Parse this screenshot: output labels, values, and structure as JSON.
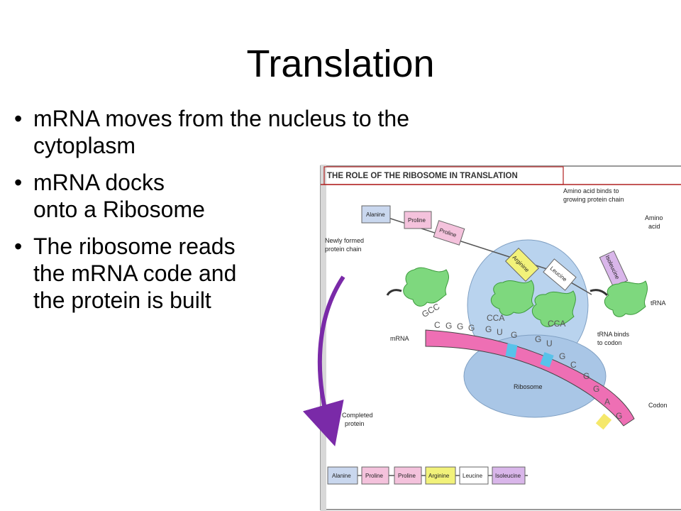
{
  "slide": {
    "title": "Translation",
    "bullets": [
      {
        "marker": "•",
        "text": "mRNA moves from the nucleus to the\ncytoplasm"
      },
      {
        "marker": "•",
        "text": "mRNA docks\nonto a Ribosome"
      },
      {
        "marker": "•",
        "text": "The ribosome reads\nthe mRNA code and\nthe protein is built"
      }
    ]
  },
  "figure": {
    "title": "THE ROLE OF THE RIBOSOME IN TRANSLATION",
    "chain_boxes": [
      "Alanine",
      "Proline",
      "Proline",
      "Arginine",
      "Leucine",
      "Isoleucine"
    ],
    "completed_boxes": [
      "Alanine",
      "Proline",
      "Proline",
      "Arginine",
      "Leucine",
      "Isoleucine"
    ],
    "labels": {
      "newly_formed": "Newly formed",
      "protein_chain": "protein chain",
      "amino_binds_1": "Amino acid binds to",
      "amino_binds_2": "growing protein chain",
      "amino_1": "Amino",
      "amino_2": "acid",
      "trna": "tRNA",
      "mrna": "mRNA",
      "trna_binds_1": "tRNA binds",
      "trna_binds_2": "to codon",
      "ribosome": "Ribosome",
      "codon": "Codon",
      "completed_1": "Completed",
      "completed_2": "protein"
    },
    "anticodons": [
      "GCC",
      "CCA",
      "CCA"
    ],
    "codons": [
      "C",
      "G",
      "G",
      "G",
      "G",
      "U",
      "G",
      "G",
      "U",
      "G",
      "C",
      "G",
      "G",
      "A",
      "G"
    ],
    "colors": {
      "alanine": "#c9d7ee",
      "proline": "#f4c2dc",
      "arginine": "#f2f27a",
      "leucine": "#ffffff",
      "isoleucine": "#d9b6ea",
      "trna": "#7ed87e",
      "ribosome": "#b9d3ee",
      "mrna_pink": "#ee6fb4",
      "mrna_blue": "#58c2ea",
      "mrna_yellow": "#f5e86a",
      "arrow": "#7a2aa8"
    }
  }
}
